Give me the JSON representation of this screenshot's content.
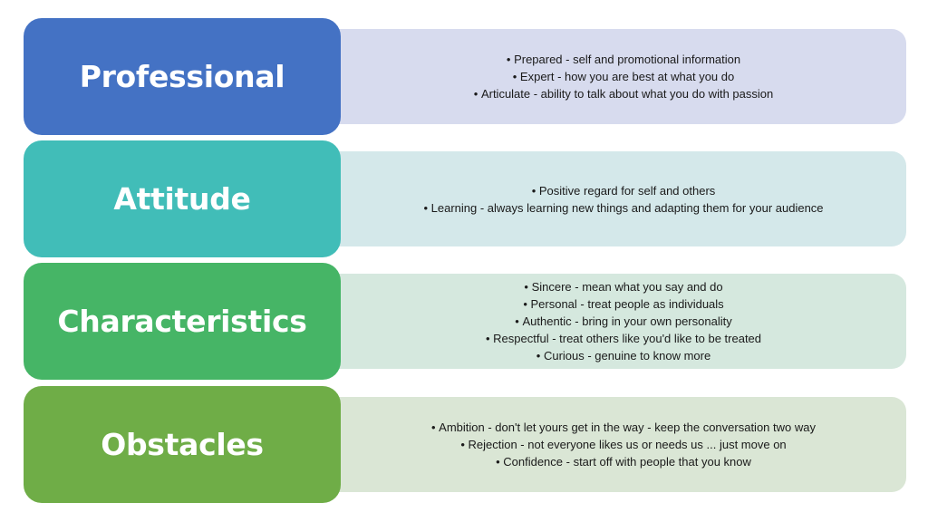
{
  "rows": [
    {
      "label": "Professional",
      "color": "#4472C4",
      "desc_bg": "#D7DBEE",
      "bullets": [
        "Prepared - self and promotional information",
        "Expert - how you are best at what you do",
        "Articulate - ability to talk about what you do with passion"
      ]
    },
    {
      "label": "Attitude",
      "color": "#41BDB8",
      "desc_bg": "#D4E8EA",
      "bullets": [
        "Positive regard for self and others",
        "Learning - always learning new things and adapting them for your audience"
      ]
    },
    {
      "label": "Characteristics",
      "color": "#46B566",
      "desc_bg": "#D5E8DE",
      "bullets": [
        "Sincere - mean what you say and do",
        "Personal - treat people as individuals",
        "Authentic - bring in your own personality",
        "Respectful - treat others like you'd like to be treated",
        "Curious - genuine to know more"
      ]
    },
    {
      "label": "Obstacles",
      "color": "#6FAD47",
      "desc_bg": "#DAE6D5",
      "bullets": [
        "Ambition - don't let yours get in the way - keep the conversation two way",
        "Rejection - not everyone likes us or needs us ... just move on",
        "Confidence - start off with people that you know"
      ]
    }
  ]
}
